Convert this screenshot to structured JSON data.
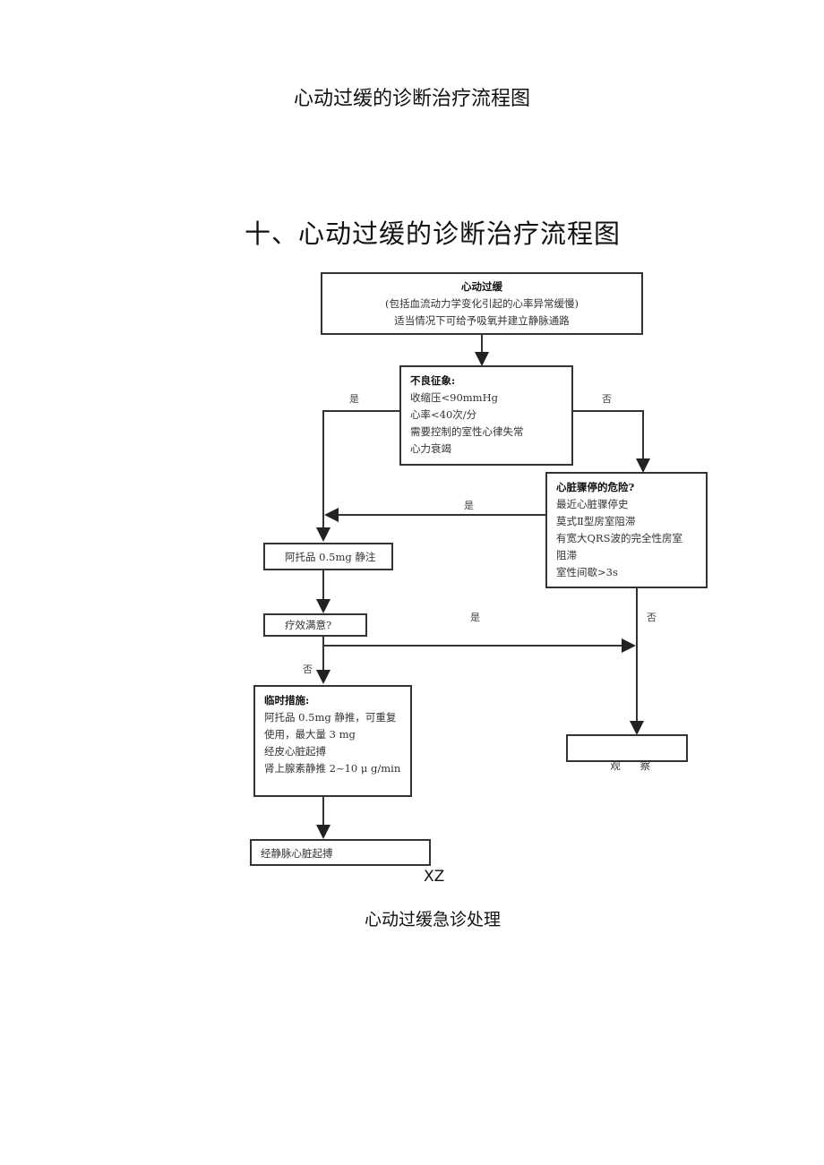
{
  "page_title": "心动过缓的诊断治疗流程图",
  "section_title": "十、心动过缓的诊断治疗流程图",
  "flowchart": {
    "start_box": {
      "title": "心动过缓",
      "line1": "(包括血流动力学变化引起的心率异常缓慢)",
      "line2": "适当情况下可给予吸氧并建立静脉通路"
    },
    "symptom_box": {
      "title": "不良征象:",
      "items": [
        "收缩压<90mmHg",
        "心率<40次/分",
        "需要控制的室性心律失常",
        "心力衰竭"
      ]
    },
    "risk_box": {
      "title": "心脏骤停的危险?",
      "items": [
        "最近心脏骤停史",
        "莫式Ⅱ型房室阻滞",
        "有宽大QRS波的完全性房室",
        "阻滞",
        "室性间歇>3s"
      ]
    },
    "atropine_box": {
      "text": "阿托品 0.5mg 静注"
    },
    "effect_box": {
      "text": "疗效满意?"
    },
    "temp_box": {
      "title": "临时措施:",
      "items": [
        "阿托品 0.5mg 静推，可重复",
        "使用，最大量 3 mg",
        "经皮心脏起搏",
        "肾上腺素静推 2~10 μ g/min"
      ]
    },
    "observe_box": {
      "text": "观      察"
    },
    "pacing_box": {
      "text": "经静脉心脏起搏"
    },
    "labels": {
      "yes_left": "是",
      "no_right": "否",
      "yes_mid": "是",
      "yes_effect": "是",
      "no_risk": "否",
      "no_effect": "否"
    }
  },
  "figure_mark": "XZ",
  "caption": "心动过缓急诊处理"
}
